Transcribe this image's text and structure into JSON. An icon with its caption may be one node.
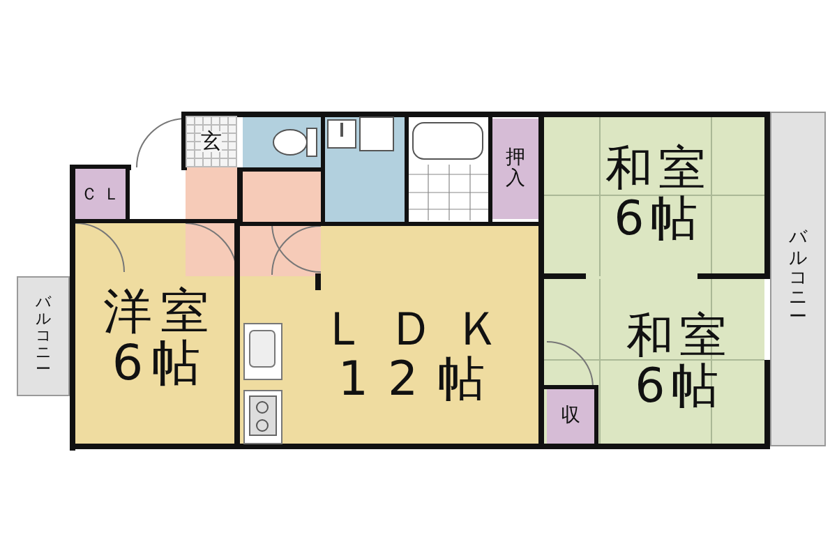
{
  "diagram": {
    "nodes": [
      {
        "text": [
          "玄"
        ]
      },
      {
        "text": [
          "ＣＬ"
        ]
      },
      {
        "text": [
          "洋室",
          "6帖"
        ]
      },
      {
        "text": [
          "ＬＤＫ",
          "12帖"
        ]
      },
      {
        "text": [
          "押入"
        ]
      },
      {
        "text": [
          "和室",
          "6帖"
        ]
      },
      {
        "text": [
          "和室",
          "6帖"
        ]
      },
      {
        "text": [
          "収"
        ]
      },
      {
        "text": [
          "バルコニー"
        ]
      },
      {
        "text": [
          "バルコニー"
        ]
      }
    ]
  }
}
